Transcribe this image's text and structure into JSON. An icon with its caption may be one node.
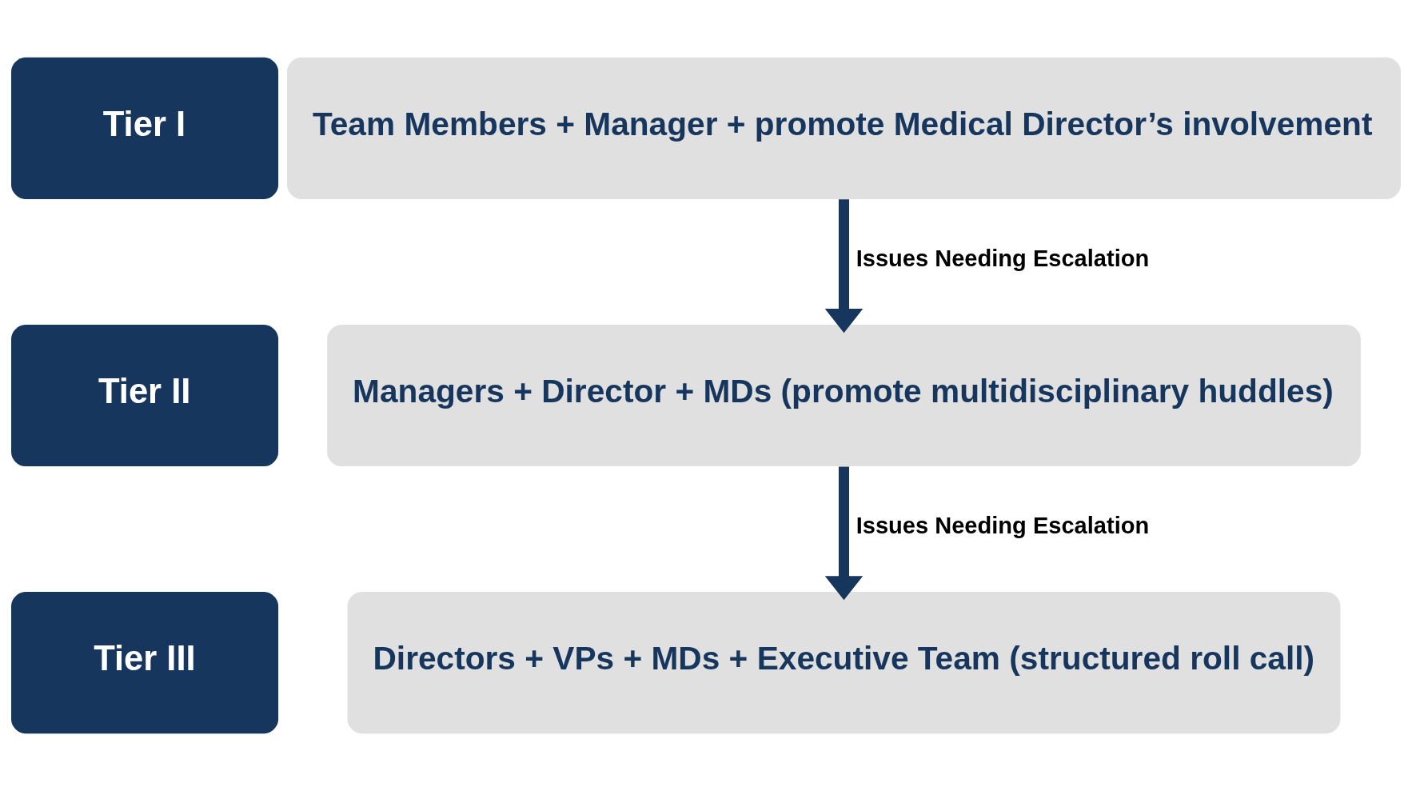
{
  "diagram": {
    "nodes": [
      {
        "text": [
          "Tier I"
        ]
      },
      {
        "text": [
          "Team Members + Manager + promote Medical Director’s involvement"
        ]
      },
      {
        "text": [
          "Tier II"
        ]
      },
      {
        "text": [
          "Managers + Director + MDs (promote multidisciplinary huddles)"
        ]
      },
      {
        "text": [
          "Tier III"
        ]
      },
      {
        "text": [
          "Directors + VPs + MDs + Executive Team (structured roll call)"
        ]
      }
    ],
    "edges": [
      {
        "from": 1,
        "to": 3,
        "arrow": "to",
        "label": "Issues Needing Escalation"
      },
      {
        "from": 3,
        "to": 5,
        "arrow": "to",
        "label": "Issues Needing Escalation"
      }
    ]
  }
}
